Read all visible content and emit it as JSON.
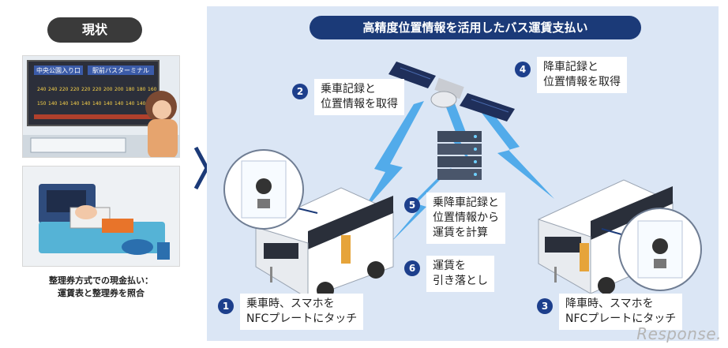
{
  "left": {
    "badge": "現状",
    "board": {
      "stop_current": "中央公園入り口",
      "stop_next": "駅前バスターミナル",
      "fares_row1": [
        "240",
        "240",
        "220",
        "220",
        "220",
        "220",
        "200",
        "200",
        "180",
        "180",
        "160"
      ],
      "fares_row2": [
        "150",
        "140",
        "140",
        "140",
        "140",
        "140",
        "140",
        "140",
        "140",
        "140",
        "140"
      ]
    },
    "caption": "整理券方式での現金払い：\n運賃表と整理券を照合"
  },
  "right": {
    "title": "高精度位置情報を活用したバス運賃支払い",
    "steps": [
      {
        "num": "1",
        "text": "乗車時、スマホを\nNFCプレートにタッチ"
      },
      {
        "num": "2",
        "text": "乗車記録と\n位置情報を取得"
      },
      {
        "num": "3",
        "text": "降車時、スマホを\nNFCプレートにタッチ"
      },
      {
        "num": "4",
        "text": "降車記録と\n位置情報を取得"
      },
      {
        "num": "5",
        "text": "乗降車記録と\n位置情報から\n運賃を計算"
      },
      {
        "num": "6",
        "text": "運賃を\n引き落とし"
      }
    ],
    "watermark": "Response."
  },
  "colors": {
    "accent_navy": "#1b3a78",
    "panel_bg": "#dbe6f5",
    "signal_blue": "#3aa0e8",
    "bus_white": "#ffffff"
  }
}
